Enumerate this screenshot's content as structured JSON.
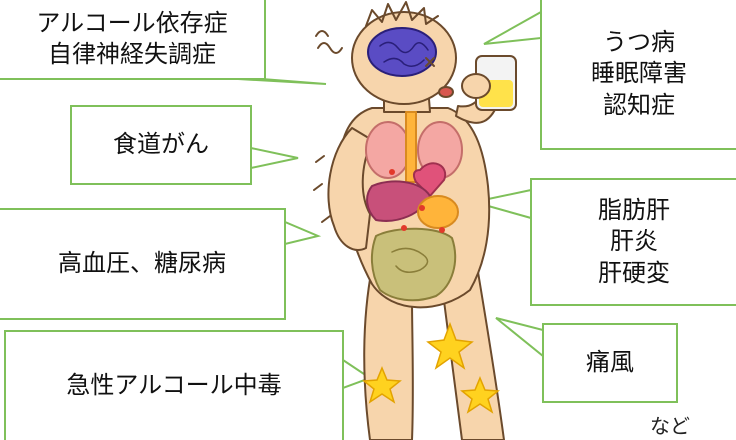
{
  "callouts": {
    "alcohol": [
      "アルコール依存症",
      "自律神経失調症"
    ],
    "esophagus": [
      "食道がん"
    ],
    "hypertension": [
      "高血圧、糖尿病"
    ],
    "poisoning": [
      "急性アルコール中毒"
    ],
    "mental": [
      "うつ病",
      "睡眠障害",
      "認知症"
    ],
    "liver": [
      "脂肪肝",
      "肝炎",
      "肝硬変"
    ],
    "gout": [
      "痛風"
    ]
  },
  "note": "など",
  "colors": {
    "border": "#7fc05a",
    "skin": "#f7d5ac",
    "outline": "#6b4a2c",
    "brain": "#5a4cc4",
    "liver": "#c8507a",
    "star": "#ffd21f"
  }
}
